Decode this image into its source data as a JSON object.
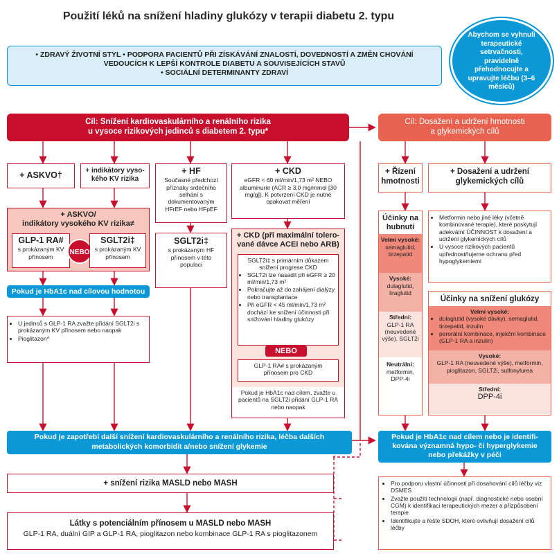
{
  "title": "Použití léků na snížení hladiny glukózy v terapii diabetu 2. typu",
  "circle_text": "Abychom se vyhnuli terapeutické setrvačnosti, pravidelně přehodnocujte a upravujte léčbu (3–6 měsíců)",
  "lifestyle": {
    "line1": "• ZDRAVÝ ŽIVOTNÍ STYL • PODPORA PACIENTŮ PŘI ZÍSKÁVÁNÍ ZNALOSTÍ, DOVEDNOSTÍ A ZMĚN CHOVÁNÍ",
    "line2": "VEDOUCÍCH K LEPŠÍ KONTROLE DIABETU A SOUVISEJÍCÍCH STAVŮ",
    "line3": "• SOCIÁLNÍ DETERMINANTY ZDRAVÍ"
  },
  "left_goal": {
    "line1": "Cíl: Snížení kardiovaskulárního a renálního rizika",
    "line2": "u vysoce rizikových jedinců s diabetem 2. typu*"
  },
  "right_goal": {
    "line1": "Cíl: Dosažení a udržení hmotnosti",
    "line2": "a glykemických cílů"
  },
  "askvo": "+ ASKVO†",
  "indicators": {
    "line1": "+ indikátory vyso-",
    "line2": "kého KV rizika"
  },
  "hf": {
    "title": "+ HF",
    "text": "Současné předchozí příznaky srdečního selhání s dokumentovaným HFrEF nebo HFpEF",
    "sglt2i": "SGLT2i‡",
    "sglt2i_text": "s prokázaným HF přínosem v této populaci"
  },
  "ckd": {
    "title": "+ CKD",
    "text": "eGFR < 60 ml/min/1,73 m² NEBO albuminurie (ACR ≥ 3,0 mg/mmol [30 mg/g]). K potvrzení CKD je nutné opakovat měření"
  },
  "ckd_max": {
    "title": "+ CKD (při maximální tolero-",
    "title2": "vané dávce ACEi nebo ARB)",
    "intro": "SGLT2i‡ s primárním důkazem snížení progrese CKD",
    "bullets": [
      "SGLT2i lze nasadit při eGFR ≥ 20 ml/min/1,73 m²",
      "Pokračujte až do zahájení dialýzy nebo transplantace",
      "Při eGFR < 45 ml/min/1,73 m² dochází ke snížení účinnosti při snižování hladiny glukózy"
    ],
    "nebo": "NEBO",
    "glp1": "GLP-1 RA# s prokázaným přínosem pro CKD",
    "footer": "Pokud je HbA1c nad cílem, zvažte u pacientů na SGLT2i přidání GLP-1 RA nebo naopak"
  },
  "askvo_combo": {
    "title": "+ ASKVO/",
    "title2": "indikátory vysokého KV rizika≠",
    "glp1": "GLP-1 RA#",
    "glp1_sub": "s prokázaným KV přínosem",
    "nebo": "NEBO",
    "sglt2i": "SGLT2i‡",
    "sglt2i_sub": "s prokázaným KV přínosem"
  },
  "hba1c_left": "Pokud je HbA1c nad cílovou hodnotou",
  "left_bullets": [
    "U jedinců s GLP-1 RA zvažte přidání SGLT2i s prokázaným KV přínosem nebo naopak",
    "Pioglitazon^"
  ],
  "weight": {
    "title": "+ Řízení",
    "title2": "hmotnosti"
  },
  "glyc": {
    "title": "+ Dosažení a udržení",
    "title2": "glykemických cílů"
  },
  "glyc_text": [
    "Metformin nebo jiné léky (včetně kombinované terapie), které poskytují adekvátní ÚČINNOST k dosažení a udržení glykemických cílů",
    "U vysoce rizikových pacientů upřednostňujeme ochranu před hypoglykemiemi"
  ],
  "weight_effects": {
    "title": "Účinky na hubnutí",
    "very_high_label": "Velmi vysoké:",
    "very_high": "semaglutid, tirzepatid",
    "high_label": "Vysoké:",
    "high": "dulaglutid, liraglutid",
    "mid_label": "Střední:",
    "mid": "GLP-1 RA (neuvedené výše), SGLT2i",
    "neutral_label": "Neutrální:",
    "neutral": "metformin, DPP-4i"
  },
  "glucose_effects": {
    "title": "Účinky na snížení glukózy",
    "very_high_label": "Velmi vysoké:",
    "very_high": [
      "dulaglutid (vysoké dávky), semaglutid, tirzepatid, inzulin",
      "perorální kombinace, injekční kombinace (GLP-1 RA a inzulin)"
    ],
    "high_label": "Vysoké:",
    "high": "GLP-1 RA (neuvedené výše), metformin, pioglitazon, SGLT2i, sulfonylurea",
    "mid_label": "Střední:",
    "mid": "DPP-4i"
  },
  "bottom_left_bar": {
    "line1": "Pokud je zapotřebí další snížení kardiovaskulárního a renálního rizika, léčba dalších",
    "line2": "metabolických komorbidit a/nebo snížení glykemie"
  },
  "bottom_right_bar": {
    "line1": "Pokud je HbA1c nad cílem nebo je identifi-",
    "line2": "kována významná hypo- či hyperglykemie",
    "line3": "nebo překážky v péči"
  },
  "masld": "+ snížení rizika MASLD nebo MASH",
  "masld_drugs": {
    "title": "Látky s potenciálním přínosem u MASLD nebo MASH",
    "text": "GLP-1 RA, duální GIP a GLP-1 RA, pioglitazon nebo kombinace GLP-1 RA s pioglitazonem"
  },
  "right_bottom_bullets": [
    "Pro podporu vlastní účinnosti při dosahování cílů léčby viz DSMES",
    "Zvažte použití technologií (např. diagnostické nebo osobní CGM) k identifikaci terapeutických mezer a přizpůsobení terapie",
    "Identifikujte a řešte SDOH, které ovlivňují dosažení cílů léčby"
  ],
  "colors": {
    "red": "#c8102e",
    "salmon": "#e8624f",
    "blue": "#0a99d6",
    "light_blue": "#d9eef8"
  }
}
